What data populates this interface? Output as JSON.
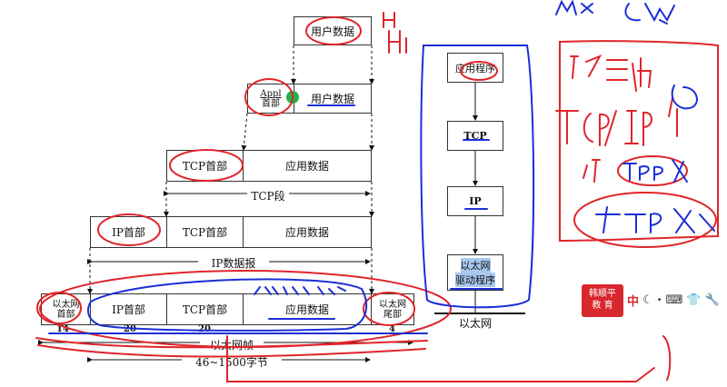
{
  "diagram": {
    "user_data": "用户数据",
    "appl_header_line1": "Appl",
    "appl_header_line2": "首部",
    "user_data_2": "用户数据",
    "tcp_header": "TCP首部",
    "app_data": "应用数据",
    "tcp_segment": "TCP段",
    "ip_header": "IP首部",
    "tcp_header_2": "TCP首部",
    "app_data_2": "应用数据",
    "ip_datagram": "IP数据报",
    "eth_header_line1": "以太网",
    "eth_header_line2": "首部",
    "ip_header_3": "IP首部",
    "tcp_header_3": "TCP首部",
    "app_data_3": "应用数据",
    "eth_trailer_line1": "以太网",
    "eth_trailer_line2": "尾部",
    "size_14": "14",
    "size_20a": "20",
    "size_20b": "20",
    "size_4": "4",
    "eth_frame": "以太网帧",
    "payload_range": "46~1500字节"
  },
  "stack": {
    "app": "应用程序",
    "tcp": "TCP",
    "ip": "IP",
    "eth_driver_line1": "以太网",
    "eth_driver_line2": "驱动程序",
    "ethernet": "以太网"
  },
  "brand": {
    "line1": "韩顺平",
    "line2": "教 育"
  },
  "toolbar": {
    "lang": "中",
    "moon_icon": "moon-icon",
    "dot": "•",
    "keyboard_icon": "keyboard-icon",
    "shirt_icon": "shirt-icon",
    "wrench_icon": "wrench-icon"
  },
  "colors": {
    "red_ink": "#e0242a",
    "blue_ink": "#1b2fd6",
    "green_dot": "#22b24c",
    "brand_red": "#d9272e",
    "highlight": "#a9c8ee"
  }
}
